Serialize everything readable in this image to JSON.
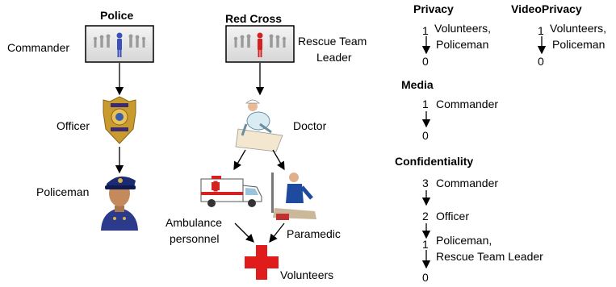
{
  "police": {
    "title": "Police",
    "commander": "Commander",
    "officer": "Officer",
    "policeman": "Policeman"
  },
  "redcross": {
    "title": "Red Cross",
    "leader_line1": "Rescue Team",
    "leader_line2": "Leader",
    "doctor": "Doctor",
    "ambulance_line1": "Ambulance",
    "ambulance_line2": "personnel",
    "paramedic": "Paramedic",
    "volunteers": "Volunteers"
  },
  "policies": {
    "privacy": {
      "title": "Privacy",
      "top_level": "1",
      "top_label_line1": "Volunteers,",
      "top_label_line2": "Policeman",
      "bottom_level": "0"
    },
    "videoprivacy": {
      "title": "VideoPrivacy",
      "top_level": "1",
      "top_label_line1": "Volunteers,",
      "top_label_line2": "Policeman",
      "bottom_level": "0"
    },
    "media": {
      "title": "Media",
      "top_level": "1",
      "top_label": "Commander",
      "bottom_level": "0"
    },
    "confidentiality": {
      "title": "Confidentiality",
      "level3": "3",
      "label3": "Commander",
      "level2": "2",
      "label2": "Officer",
      "level1": "1",
      "label1_line1": "Policeman,",
      "label1_line2": "Rescue Team Leader",
      "level0": "0"
    }
  },
  "colors": {
    "commander_figure": "#3b4fb8",
    "leader_figure": "#d42222",
    "red_cross": "#e01b1b",
    "badge_gold": "#c99a2e",
    "police_uniform": "#2b3a8a"
  }
}
